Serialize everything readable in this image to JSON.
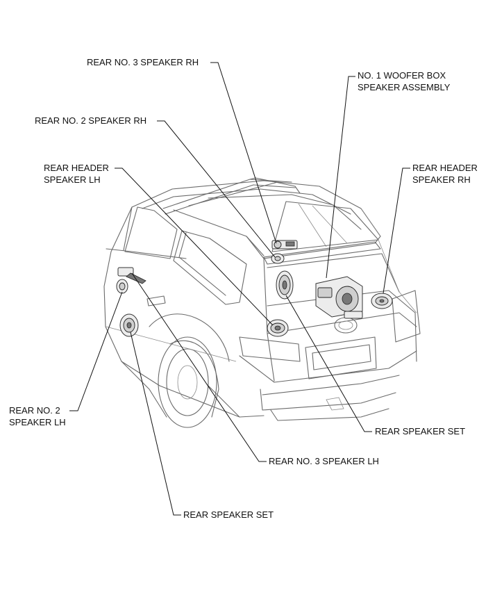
{
  "labels": {
    "rear_no3_speaker_rh": "REAR NO. 3 SPEAKER RH",
    "woofer_line1": "NO. 1 WOOFER BOX",
    "woofer_line2": "SPEAKER ASSEMBLY",
    "rear_no2_speaker_rh": "REAR NO. 2 SPEAKER RH",
    "rear_header_lh_line1": "REAR HEADER",
    "rear_header_lh_line2": "SPEAKER LH",
    "rear_header_rh_line1": "REAR HEADER",
    "rear_header_rh_line2": "SPEAKER RH",
    "rear_no2_lh_line1": "REAR NO. 2",
    "rear_no2_lh_line2": "SPEAKER LH",
    "rear_speaker_set_right": "REAR SPEAKER SET",
    "rear_no3_speaker_lh": "REAR NO. 3 SPEAKER LH",
    "rear_speaker_set_left": "REAR SPEAKER SET"
  }
}
